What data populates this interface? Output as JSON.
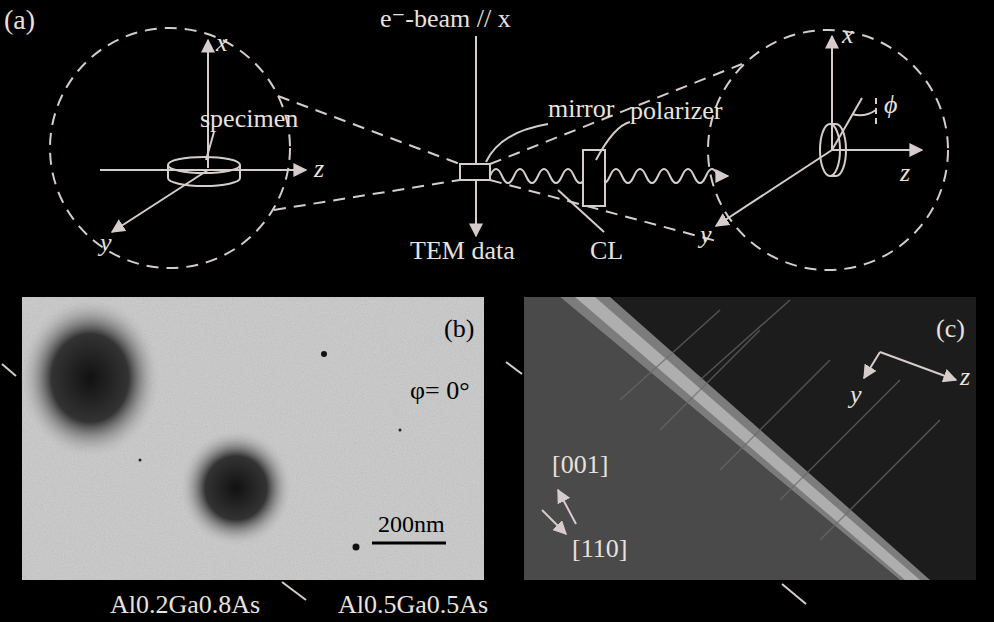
{
  "diagram": {
    "labels": [
      "(a)",
      "x",
      "specimen",
      "z",
      "y",
      "e⁻-beam // x",
      "mirror",
      "polarizer",
      "TEM data",
      "CL",
      "x",
      "ϕ",
      "z",
      "y",
      "(b)",
      "φ= 0°",
      "200nm",
      "Al0.2Ga0.8As",
      "Al0.5Ga0.5As",
      "(c)",
      "y",
      "z",
      "[001]",
      "[110]"
    ]
  }
}
